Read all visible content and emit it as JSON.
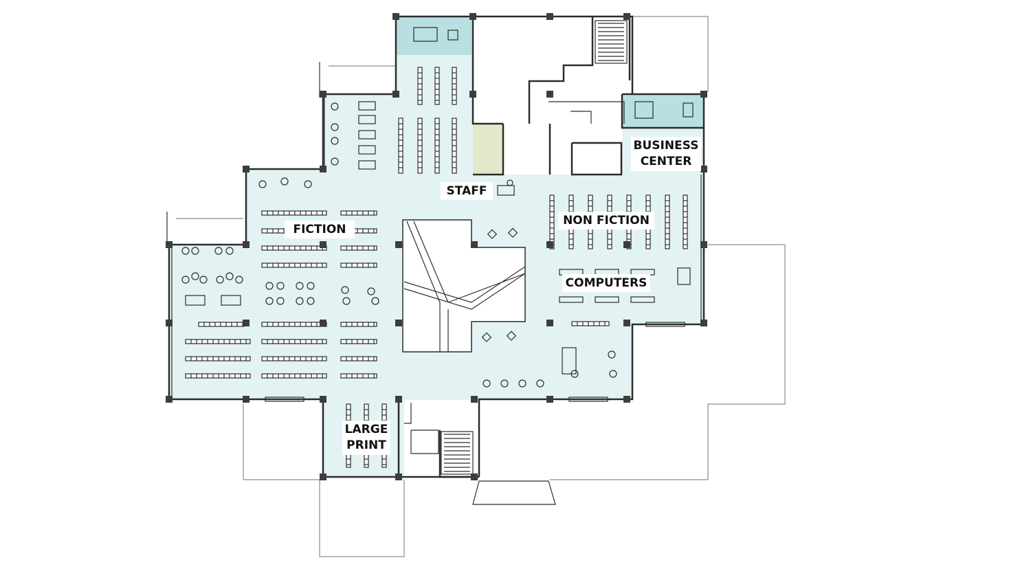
{
  "colors": {
    "floor": "#e3f3f3",
    "room_highlight": "#b8dfe1",
    "staff_room": "#e2e8c9",
    "wall": "#2b2b2b",
    "outline": "#8a8a8a",
    "background": "#ffffff"
  },
  "labels": {
    "fiction": "FICTION",
    "staff": "STAFF",
    "non_fiction": "NON FICTION",
    "business_line1": "BUSINESS",
    "business_line2": "CENTER",
    "computers": "COMPUTERS",
    "large_print_line1": "LARGE",
    "large_print_line2": "PRINT"
  }
}
